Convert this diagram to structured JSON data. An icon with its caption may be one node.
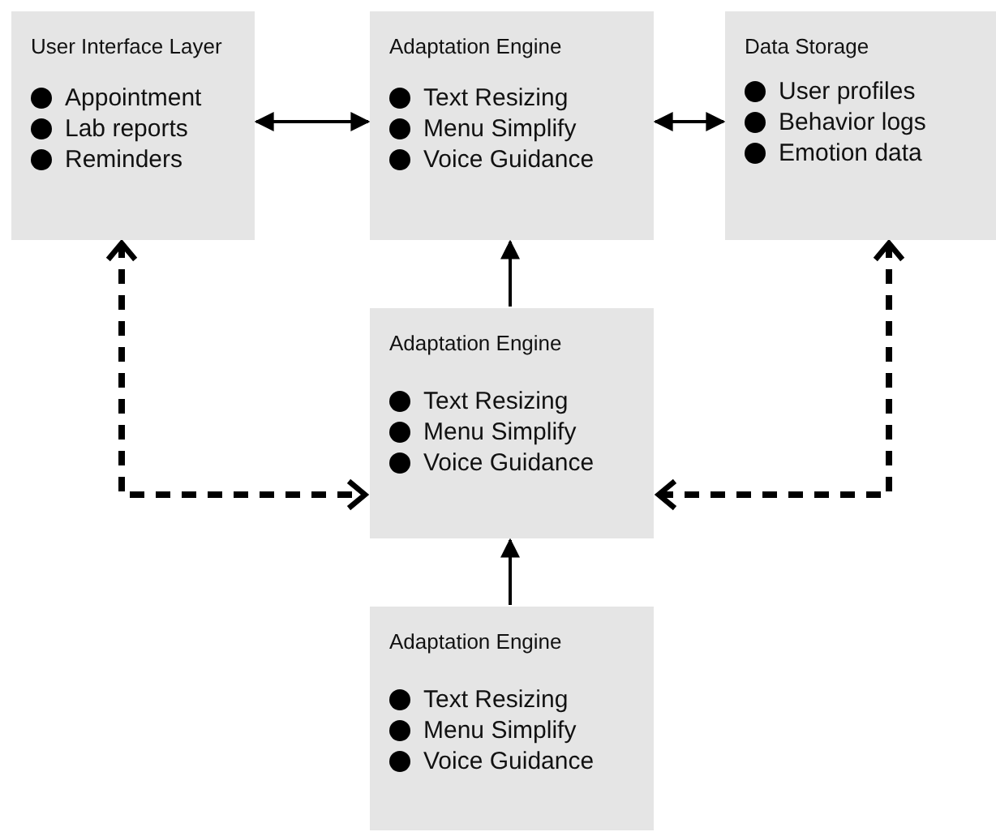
{
  "diagram": {
    "nodes": [
      {
        "text": [
          "User Interface Layer",
          "Appointment",
          "Lab reports",
          "Reminders"
        ]
      },
      {
        "text": [
          "Adaptation Engine",
          "Text Resizing",
          "Menu Simplify",
          "Voice Guidance"
        ]
      },
      {
        "text": [
          "Data Storage",
          "User profiles",
          "Behavior logs",
          "Emotion data"
        ]
      },
      {
        "text": [
          "Adaptation Engine",
          "Text Resizing",
          "Menu Simplify",
          "Voice Guidance"
        ]
      },
      {
        "text": [
          "Adaptation Engine",
          "Text Resizing",
          "Menu Simplify",
          "Voice Guidance"
        ]
      }
    ],
    "edges": [
      {
        "from": 0,
        "to": 1,
        "arrow": "both"
      },
      {
        "from": 1,
        "to": 2,
        "arrow": "both"
      },
      {
        "from": 3,
        "to": 1,
        "arrow": "to"
      },
      {
        "from": 4,
        "to": 3,
        "arrow": "to"
      },
      {
        "from": 0,
        "to": 3,
        "arrow": "both",
        "style": "dashed"
      },
      {
        "from": 2,
        "to": 3,
        "arrow": "both",
        "style": "dashed"
      }
    ]
  }
}
